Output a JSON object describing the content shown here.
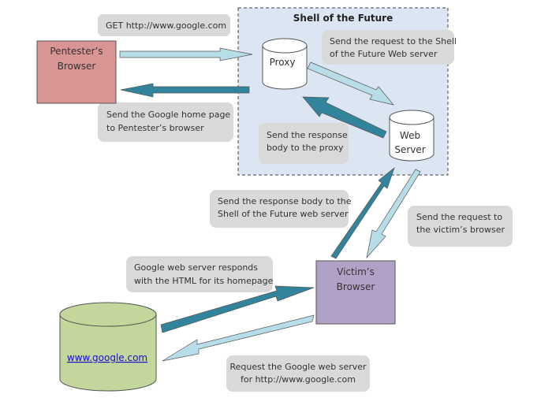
{
  "container": {
    "title": "Shell of the Future"
  },
  "nodes": {
    "pentester_browser": [
      "Pentester’s",
      "Browser"
    ],
    "proxy": [
      "Proxy"
    ],
    "web_server": [
      "Web",
      "Server"
    ],
    "victim_browser": [
      "Victim’s",
      "Browser"
    ],
    "google": [
      "www.google.com"
    ]
  },
  "labels": {
    "get_google": [
      "GET  http://www.google.com"
    ],
    "send_home_page": [
      "Send the Google home page",
      "to Pentester’s browser"
    ],
    "send_to_sotf": [
      "Send the request to the Shell",
      "of the Future Web server"
    ],
    "send_response_proxy": [
      "Send the response",
      "body to the proxy"
    ],
    "send_response_sotf": [
      "Send the response body to the",
      "Shell of the Future web server"
    ],
    "send_request_victim": [
      "Send the request to",
      "the victim’s browser"
    ],
    "google_responds": [
      "Google web server responds",
      "with the HTML for its homepage"
    ],
    "request_google": [
      "Request the Google web server",
      "for http://www.google.com"
    ]
  },
  "colors": {
    "pentester": "#d99594",
    "victim": "#b2a1c7",
    "google": "#c3d69b",
    "container_bg": "#dce6f2",
    "label_bg": "#d9d9d9",
    "arrow_light": "#b7dde8",
    "arrow_dark": "#31849b"
  }
}
